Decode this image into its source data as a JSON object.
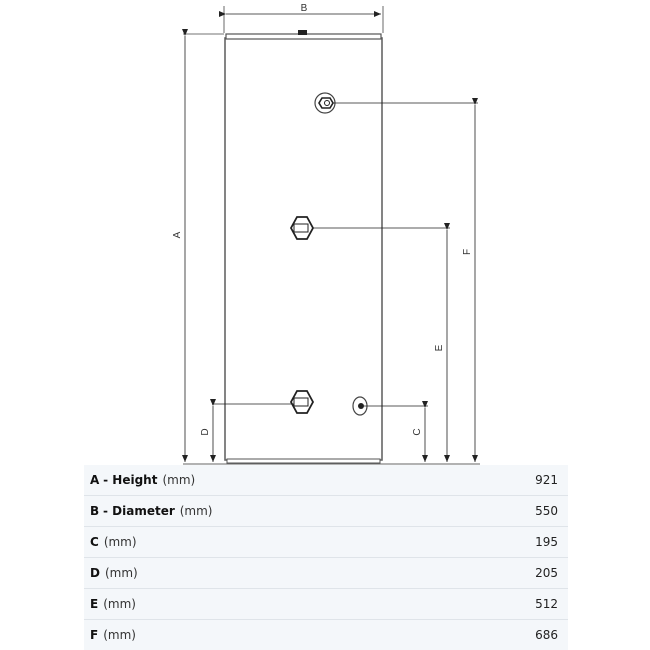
{
  "diagram": {
    "type": "hot water cylinder dimension drawing",
    "dimension_labels": {
      "A": "A",
      "B": "B",
      "C": "C",
      "D": "D",
      "E": "E",
      "F": "F"
    },
    "fittings": [
      "top-outlet-fitting",
      "immersion-boss-upper",
      "immersion-boss-lower",
      "sensor-pocket"
    ]
  },
  "table": {
    "rows": [
      {
        "letter": "A",
        "name": "- Height",
        "unit": "(mm)",
        "value": "921"
      },
      {
        "letter": "B",
        "name": "- Diameter",
        "unit": "(mm)",
        "value": "550"
      },
      {
        "letter": "C",
        "name": "",
        "unit": "(mm)",
        "value": "195"
      },
      {
        "letter": "D",
        "name": "",
        "unit": "(mm)",
        "value": "205"
      },
      {
        "letter": "E",
        "name": "",
        "unit": "(mm)",
        "value": "512"
      },
      {
        "letter": "F",
        "name": "",
        "unit": "(mm)",
        "value": "686"
      }
    ]
  }
}
